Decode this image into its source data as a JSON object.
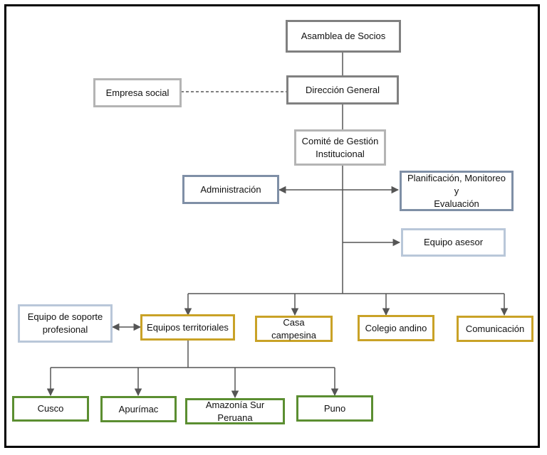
{
  "nodes": {
    "asamblea": "Asamblea de Socios",
    "direccion": "Dirección General",
    "empresa": "Empresa social",
    "comite_l1": "Comité de Gestión",
    "comite_l2": "Institucional",
    "administracion": "Administración",
    "planificacion_l1": "Planificación, Monitoreo y",
    "planificacion_l2": "Evaluación",
    "asesor": "Equipo asesor",
    "soporte_l1": "Equipo de soporte",
    "soporte_l2": "profesional",
    "territoriales": "Equipos territoriales",
    "casa": "Casa campesina",
    "colegio": "Colegio andino",
    "comunicacion": "Comunicación",
    "cusco": "Cusco",
    "apurimac": "Apurímac",
    "amazonia": "Amazonía Sur Peruana",
    "puno": "Puno"
  },
  "colors": {
    "executive": "#808080",
    "staff": "#b4b4b4",
    "admin": "#7f8fa6",
    "advisory": "#b9c7d9",
    "program": "#c9a227",
    "region": "#5b8e31",
    "connector": "#555555"
  }
}
